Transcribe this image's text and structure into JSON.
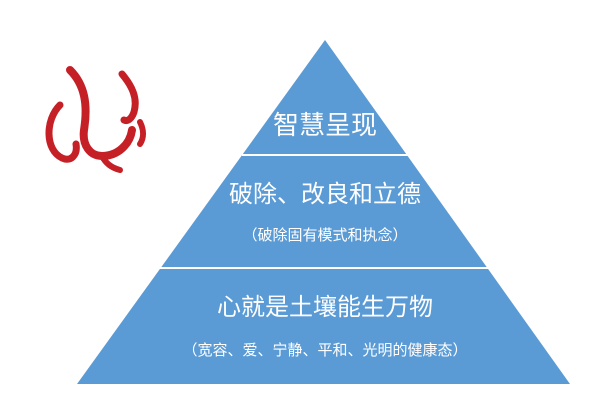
{
  "logo": {
    "glyph": "心",
    "color": "#c62027"
  },
  "pyramid": {
    "fill_color": "#5b9bd5",
    "divider_color": "#ffffff",
    "levels": [
      {
        "title": "智慧呈现",
        "subtitle": ""
      },
      {
        "title": "破除、改良和立德",
        "subtitle": "（破除固有模式和执念）"
      },
      {
        "title": "心就是土壤能生万物",
        "subtitle": "（宽容、爱、宁静、平和、光明的健康态）"
      }
    ]
  }
}
